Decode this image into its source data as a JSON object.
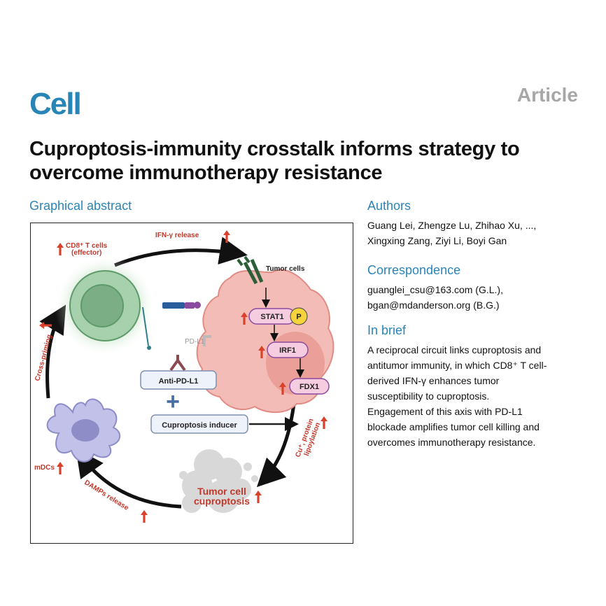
{
  "header": {
    "journal": "Cell",
    "type": "Article"
  },
  "title": "Cuproptosis-immunity crosstalk informs strategy to overcome immunotherapy resistance",
  "graphical_abstract": {
    "heading": "Graphical abstract",
    "labels": {
      "cd8_line1": "CD8⁺ T cells",
      "cd8_line2": "(effector)",
      "ifn_release": "IFN-γ release",
      "tumor_cells": "Tumor  cells",
      "stat1": "STAT1",
      "p": "P",
      "pdl1": "PD-L1",
      "irf1": "IRF1",
      "fdx1": "FDX1",
      "anti_pdl1": "Anti-PD-L1",
      "cuproptosis_inducer": "Cuproptosis inducer",
      "cu_line1": "Cu⁺, protein",
      "cu_line2": "lipoylation",
      "tcc_line1": "Tumor cell",
      "tcc_line2": "cuproptosis",
      "damps": "DAMPs release",
      "mdcs": "mDCs",
      "cross_priming": "Cross-priming"
    },
    "colors": {
      "arrow_red": "#d9412b",
      "label_red": "#c0392b",
      "tumor": "#f2b3ad",
      "tcell": "#8fc19a",
      "dc": "#b9b8e6",
      "node": "#f6cde0"
    }
  },
  "authors": {
    "heading": "Authors",
    "line1": "Guang Lei, Zhengze Lu, Zhihao Xu, ...,",
    "line2": "Xingxing Zang, Ziyi Li, Boyi Gan"
  },
  "correspondence": {
    "heading": "Correspondence",
    "line1": "guanglei_csu@163.com (G.L.),",
    "line2": "bgan@mdanderson.org (B.G.)"
  },
  "in_brief": {
    "heading": "In brief",
    "lines": [
      "A reciprocal circuit links cuproptosis and",
      "antitumor immunity, in which CD8⁺ T cell-",
      "derived IFN-γ enhances tumor",
      "susceptibility to cuproptosis.",
      "Engagement of this axis with PD-L1",
      "blockade amplifies tumor cell killing and",
      "overcomes immunotherapy resistance."
    ]
  }
}
